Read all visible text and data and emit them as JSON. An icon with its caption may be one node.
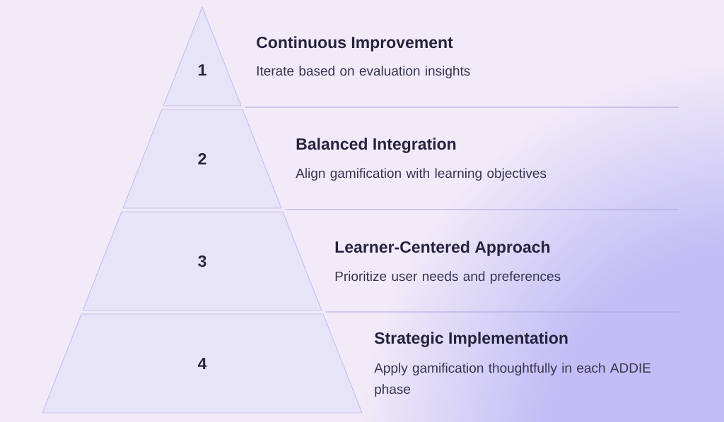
{
  "diagram": {
    "nodes": [
      {
        "text": [
          "1"
        ],
        "beside": [
          "Continuous Improvement",
          "Iterate based on evaluation insights"
        ]
      },
      {
        "text": [
          "2"
        ],
        "beside": [
          "Balanced Integration",
          "Align gamification with learning objectives"
        ]
      },
      {
        "text": [
          "3"
        ],
        "beside": [
          "Learner-Centered Approach",
          "Prioritize user needs and preferences"
        ]
      },
      {
        "text": [
          "4"
        ],
        "beside": [
          "Strategic Implementation",
          "Apply gamification thoughtfully in each ADDIE phase"
        ]
      }
    ]
  }
}
